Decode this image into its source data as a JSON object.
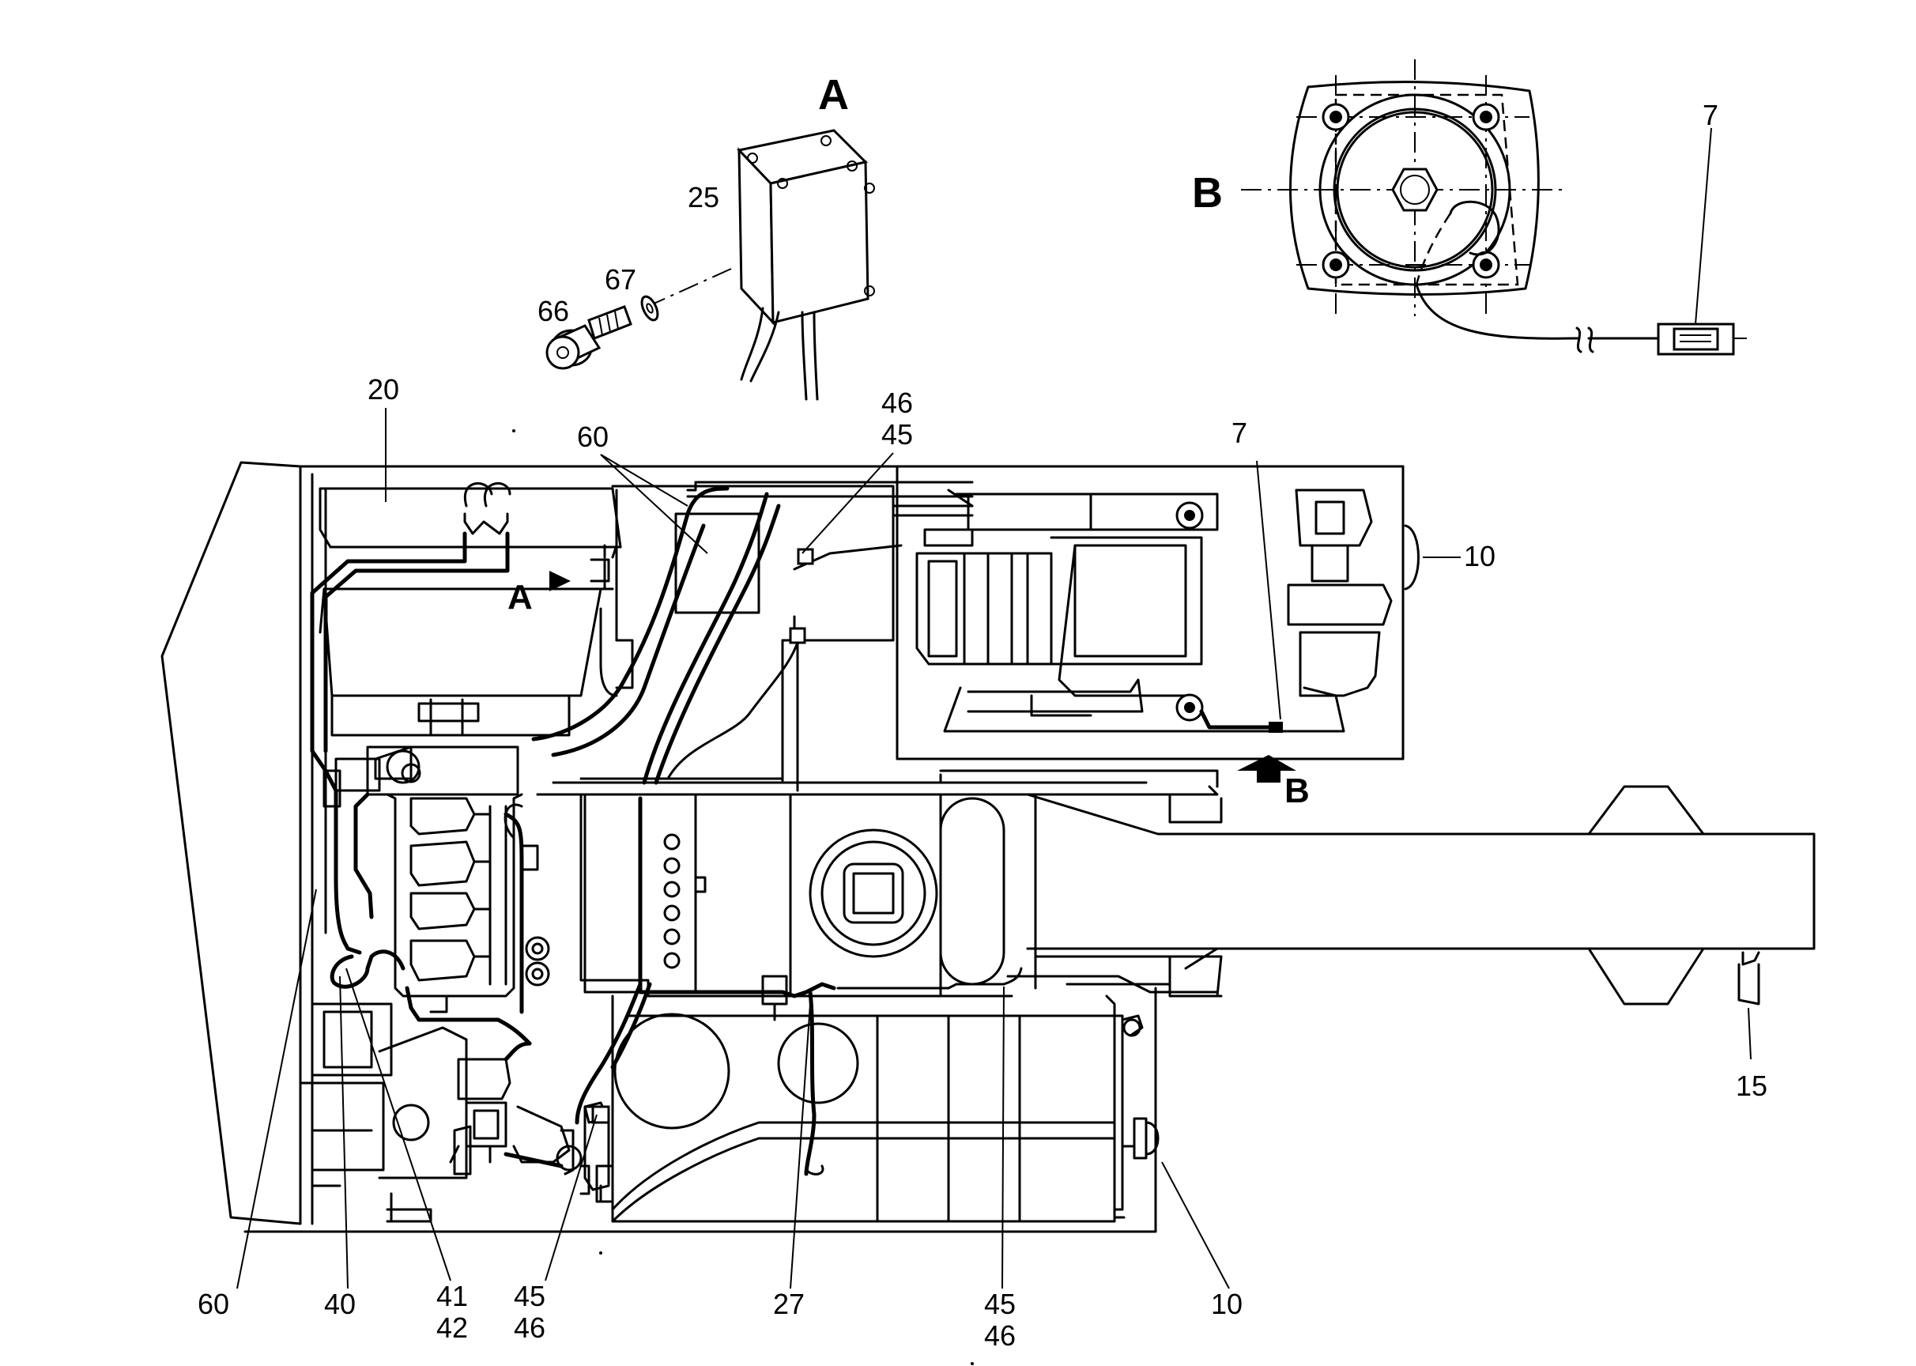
{
  "views": {
    "detail_a": "A",
    "detail_b": "B",
    "marker_a": "A",
    "marker_b": "B"
  },
  "callouts": {
    "c25": "25",
    "c67": "67",
    "c66": "66",
    "c7_top": "7",
    "c20": "20",
    "c60_top": "60",
    "c46_top": "46",
    "c45_top": "45",
    "c7_mid": "7",
    "c10_right": "10",
    "c15": "15",
    "c60_bottom": "60",
    "c40": "40",
    "c41": "41",
    "c42": "42",
    "c45_b1": "45",
    "c46_b1": "46",
    "c27": "27",
    "c45_b2": "45",
    "c46_b2": "46",
    "c10_bottom": "10"
  }
}
